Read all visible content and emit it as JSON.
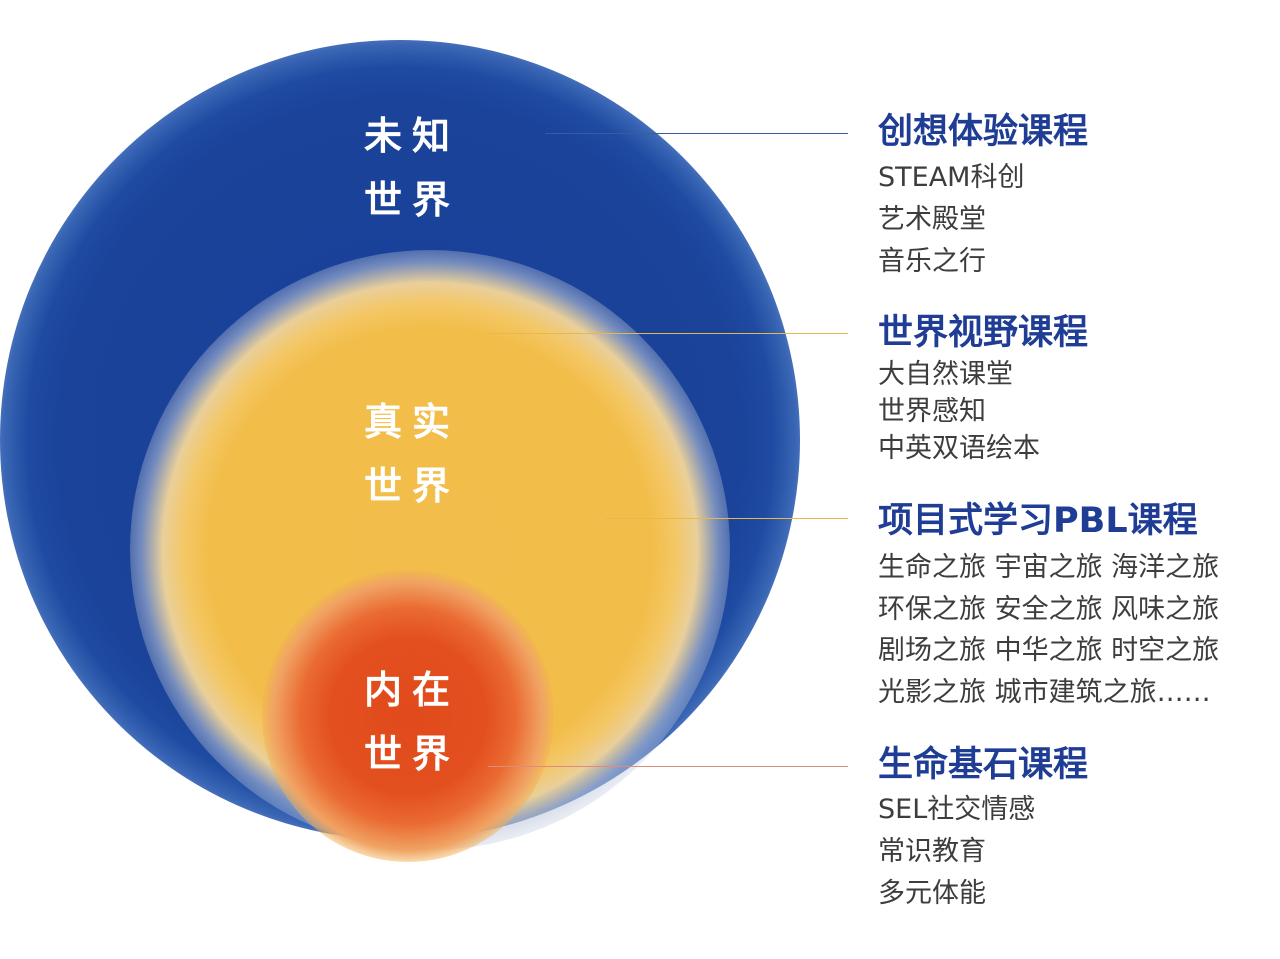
{
  "diagram": {
    "circles": [
      {
        "label_lines": [
          "未知",
          "世界"
        ],
        "color": "#1a4399"
      },
      {
        "label_lines": [
          "真实",
          "世界"
        ],
        "color": "#f2bd48"
      },
      {
        "label_lines": [
          "内在",
          "世界"
        ],
        "color": "#e3501f"
      }
    ],
    "courses": [
      {
        "title": "创想体验课程",
        "items": [
          "STEAM科创",
          "艺术殿堂",
          "音乐之行"
        ],
        "line_color": "#3d5a9e"
      },
      {
        "title": "世界视野课程",
        "items": [
          "大自然课堂",
          "世界感知",
          "中英双语绘本"
        ],
        "line_color": "#e6b84d"
      },
      {
        "title": "项目式学习PBL课程",
        "items": [
          "生命之旅 宇宙之旅 海洋之旅",
          "环保之旅 安全之旅 风味之旅",
          "剧场之旅 中华之旅 时空之旅",
          "光影之旅 城市建筑之旅……"
        ],
        "line_color": "#e6b84d"
      },
      {
        "title": "生命基石课程",
        "items": [
          "SEL社交情感",
          "常识教育",
          "多元体能"
        ],
        "line_color": "#e08a7a"
      }
    ],
    "colors": {
      "title_blue": "#1f3d94",
      "body_text": "#3d3d3d",
      "label_white": "#ffffff"
    }
  }
}
